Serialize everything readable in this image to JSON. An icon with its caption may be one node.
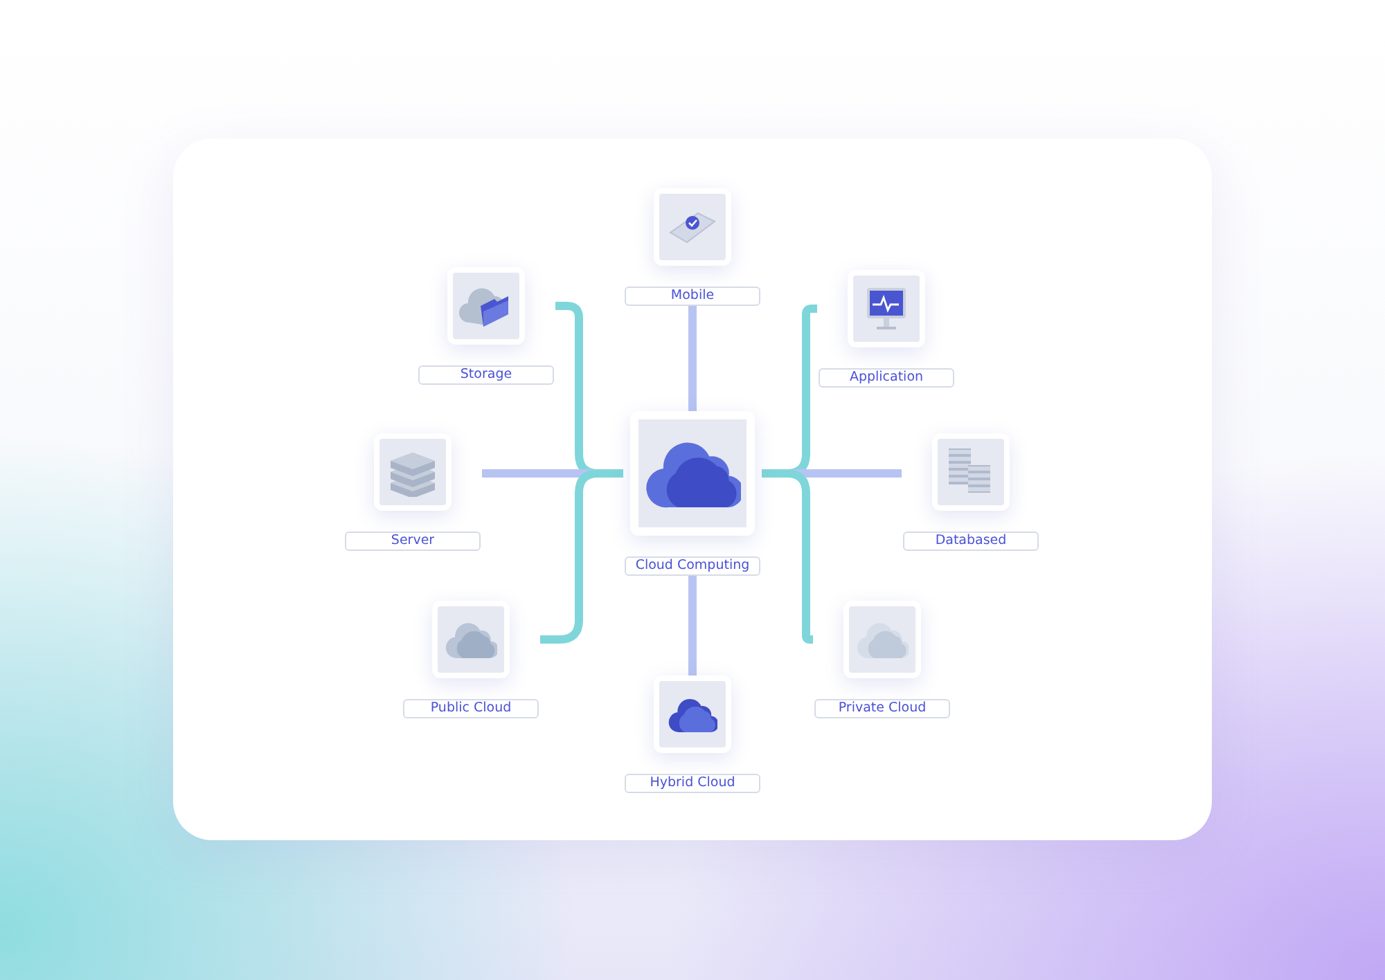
{
  "diagram": {
    "nodes": [
      {
        "text": [
          "Cloud Computing"
        ]
      },
      {
        "text": [
          "Mobile"
        ]
      },
      {
        "text": [
          "Storage"
        ]
      },
      {
        "text": [
          "Application"
        ]
      },
      {
        "text": [
          "Server"
        ]
      },
      {
        "text": [
          "Databased"
        ]
      },
      {
        "text": [
          "Public Cloud"
        ]
      },
      {
        "text": [
          "Private Cloud"
        ]
      },
      {
        "text": [
          "Hybrid Cloud"
        ]
      }
    ],
    "edges": [
      {
        "from": 0,
        "to": 1,
        "arrow": "none"
      },
      {
        "from": 0,
        "to": 2,
        "arrow": "none",
        "color": "#7fd6da"
      },
      {
        "from": 0,
        "to": 3,
        "arrow": "none",
        "color": "#7fd6da"
      },
      {
        "from": 0,
        "to": 4,
        "arrow": "none"
      },
      {
        "from": 0,
        "to": 5,
        "arrow": "none"
      },
      {
        "from": 0,
        "to": 6,
        "arrow": "none",
        "color": "#7fd6da"
      },
      {
        "from": 0,
        "to": 7,
        "arrow": "none",
        "color": "#7fd6da"
      },
      {
        "from": 0,
        "to": 8,
        "arrow": "none"
      }
    ]
  }
}
